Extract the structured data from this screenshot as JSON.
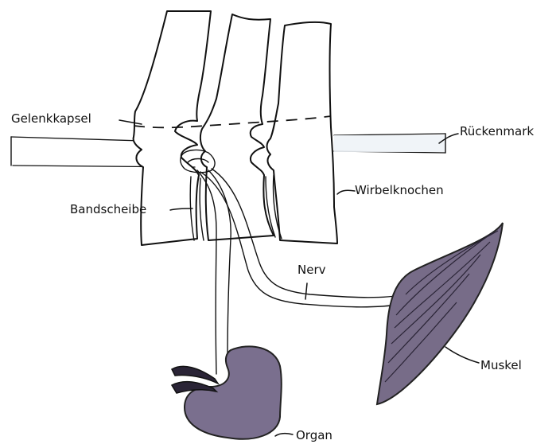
{
  "labels": {
    "gelenkkapsel": "Gelenkkapsel",
    "rueckenmark": "Rückenmark",
    "wirbelknochen": "Wirbelknochen",
    "bandscheibe": "Bandscheibe",
    "nerv": "Nerv",
    "muskel": "Muskel",
    "organ": "Organ"
  },
  "colors": {
    "organ_fill": "#7a6f8e",
    "muscle_fill": "#776c88",
    "spinal_cord_fill": "#eef3f7",
    "line": "#111111"
  }
}
